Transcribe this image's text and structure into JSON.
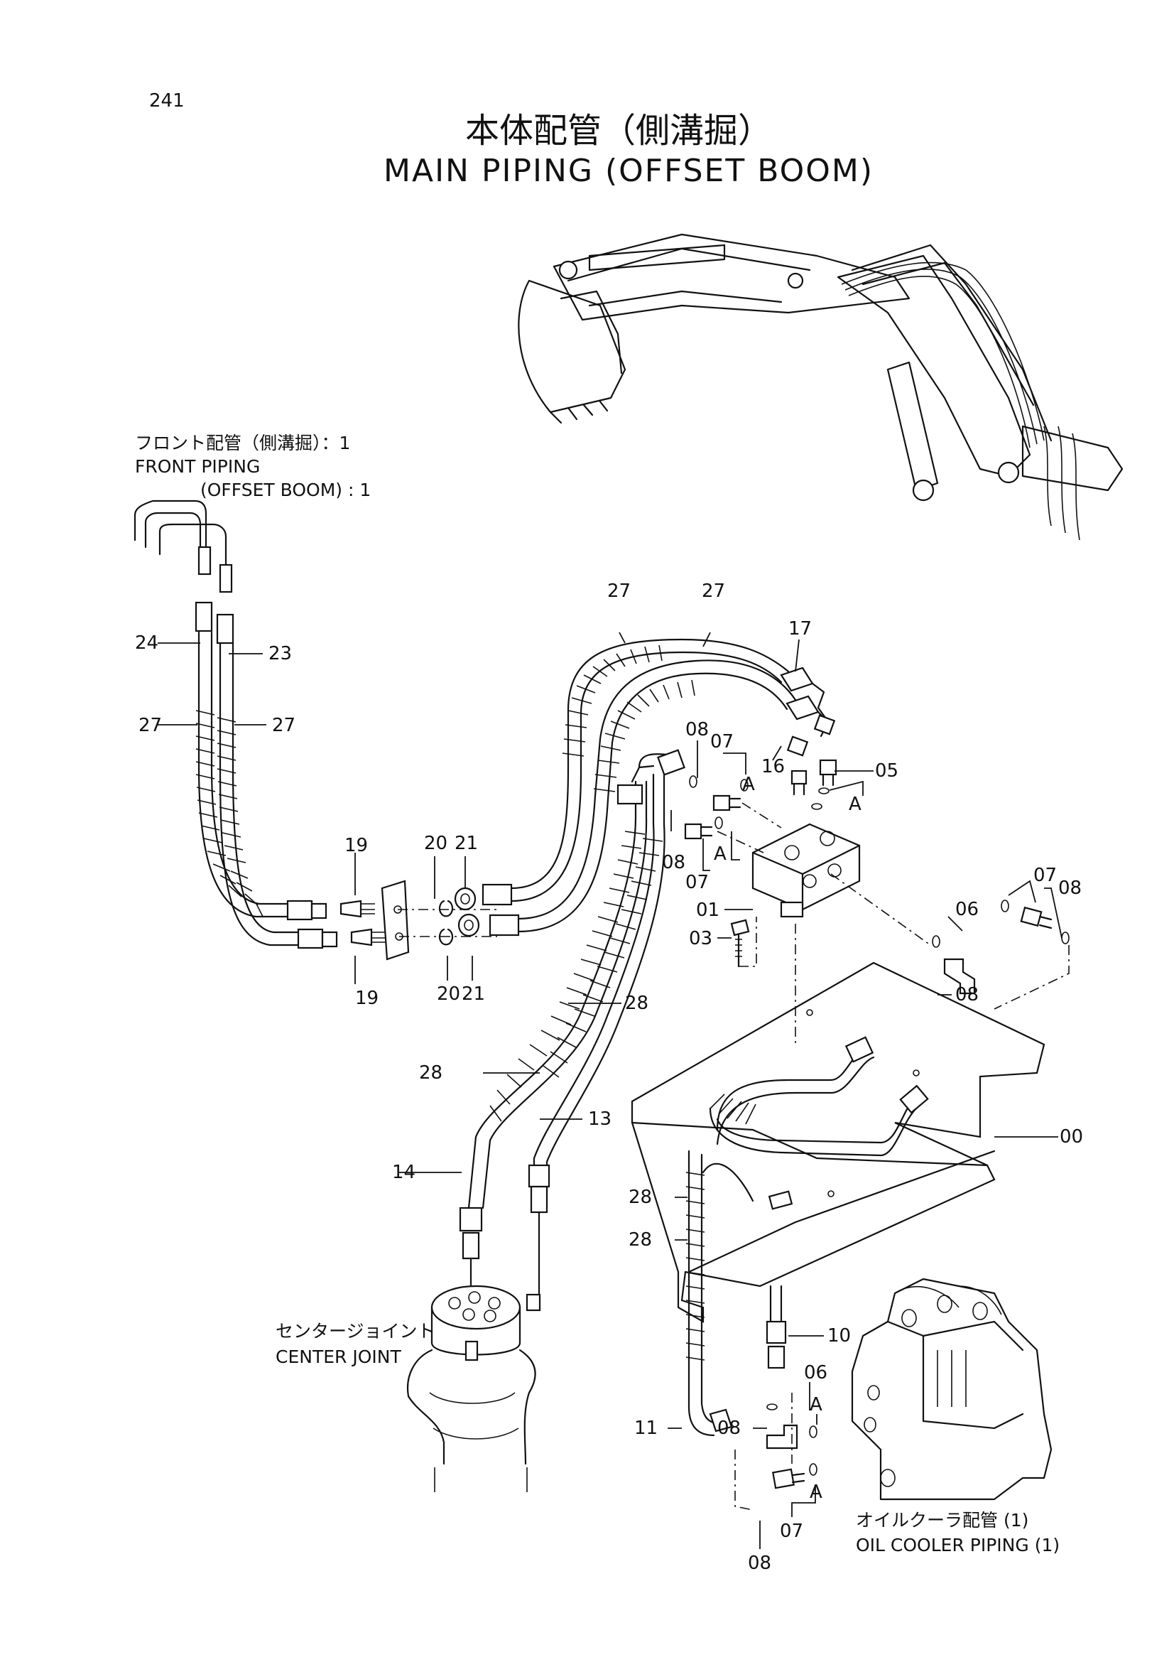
{
  "page_number": "241",
  "title": {
    "japanese": "本体配管（側溝掘）",
    "english": "MAIN PIPING (OFFSET BOOM)"
  },
  "notes": {
    "front_piping_jp": "フロント配管（側溝掘）：1",
    "front_piping_en_1": "FRONT PIPING",
    "front_piping_en_2": "(OFFSET BOOM) : 1",
    "center_joint_jp": "センタージョイント",
    "center_joint_en": "CENTER JOINT",
    "oil_cooler_jp": "オイルクーラ配管 (1)",
    "oil_cooler_en": "OIL COOLER PIPING (1)"
  },
  "callouts": [
    {
      "id": "c-27a",
      "label": "27"
    },
    {
      "id": "c-27b",
      "label": "27"
    },
    {
      "id": "c-17",
      "label": "17"
    },
    {
      "id": "c-24",
      "label": "24"
    },
    {
      "id": "c-23",
      "label": "23"
    },
    {
      "id": "c-27c",
      "label": "27"
    },
    {
      "id": "c-27d",
      "label": "27"
    },
    {
      "id": "c-08a",
      "label": "08"
    },
    {
      "id": "c-07a",
      "label": "07"
    },
    {
      "id": "c-16",
      "label": "16"
    },
    {
      "id": "c-05",
      "label": "05"
    },
    {
      "id": "c-Aa",
      "label": "A"
    },
    {
      "id": "c-Ab",
      "label": "A"
    },
    {
      "id": "c-Ac",
      "label": "A"
    },
    {
      "id": "c-19a",
      "label": "19"
    },
    {
      "id": "c-20a",
      "label": "20"
    },
    {
      "id": "c-21a",
      "label": "21"
    },
    {
      "id": "c-08b",
      "label": "08"
    },
    {
      "id": "c-07b",
      "label": "07"
    },
    {
      "id": "c-07c",
      "label": "07"
    },
    {
      "id": "c-08c",
      "label": "08"
    },
    {
      "id": "c-01",
      "label": "01"
    },
    {
      "id": "c-06a",
      "label": "06"
    },
    {
      "id": "c-03",
      "label": "03"
    },
    {
      "id": "c-19b",
      "label": "19"
    },
    {
      "id": "c-20b",
      "label": "20"
    },
    {
      "id": "c-21b",
      "label": "21"
    },
    {
      "id": "c-08d",
      "label": "08"
    },
    {
      "id": "c-28a",
      "label": "28"
    },
    {
      "id": "c-28b",
      "label": "28"
    },
    {
      "id": "c-13",
      "label": "13"
    },
    {
      "id": "c-00",
      "label": "00"
    },
    {
      "id": "c-14",
      "label": "14"
    },
    {
      "id": "c-28c",
      "label": "28"
    },
    {
      "id": "c-28d",
      "label": "28"
    },
    {
      "id": "c-10",
      "label": "10"
    },
    {
      "id": "c-06b",
      "label": "06"
    },
    {
      "id": "c-11",
      "label": "11"
    },
    {
      "id": "c-08e",
      "label": "08"
    },
    {
      "id": "c-Ad",
      "label": "A"
    },
    {
      "id": "c-Ae",
      "label": "A"
    },
    {
      "id": "c-07d",
      "label": "07"
    },
    {
      "id": "c-08f",
      "label": "08"
    }
  ]
}
